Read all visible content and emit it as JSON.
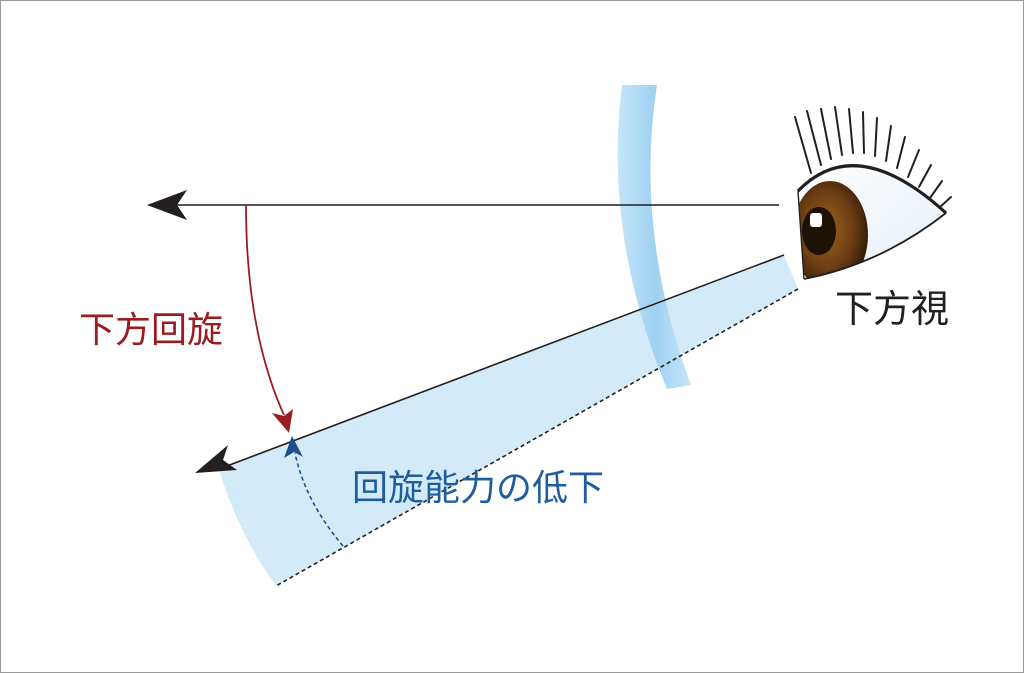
{
  "labels": {
    "downward_rotation": "下方回旋",
    "downward_gaze": "下方視",
    "reduced_rotation": "回旋能力の低下"
  },
  "colors": {
    "rotation_arrow": "#9b1c1f",
    "reduced_arrow": "#1f5e9e",
    "shaded_region": "#d3ebf9",
    "lens": "#a6d4f2",
    "line": "#231f20",
    "iris": "#5a3411"
  },
  "icons": {
    "eye": "eye-icon",
    "lens": "lens-shape"
  }
}
